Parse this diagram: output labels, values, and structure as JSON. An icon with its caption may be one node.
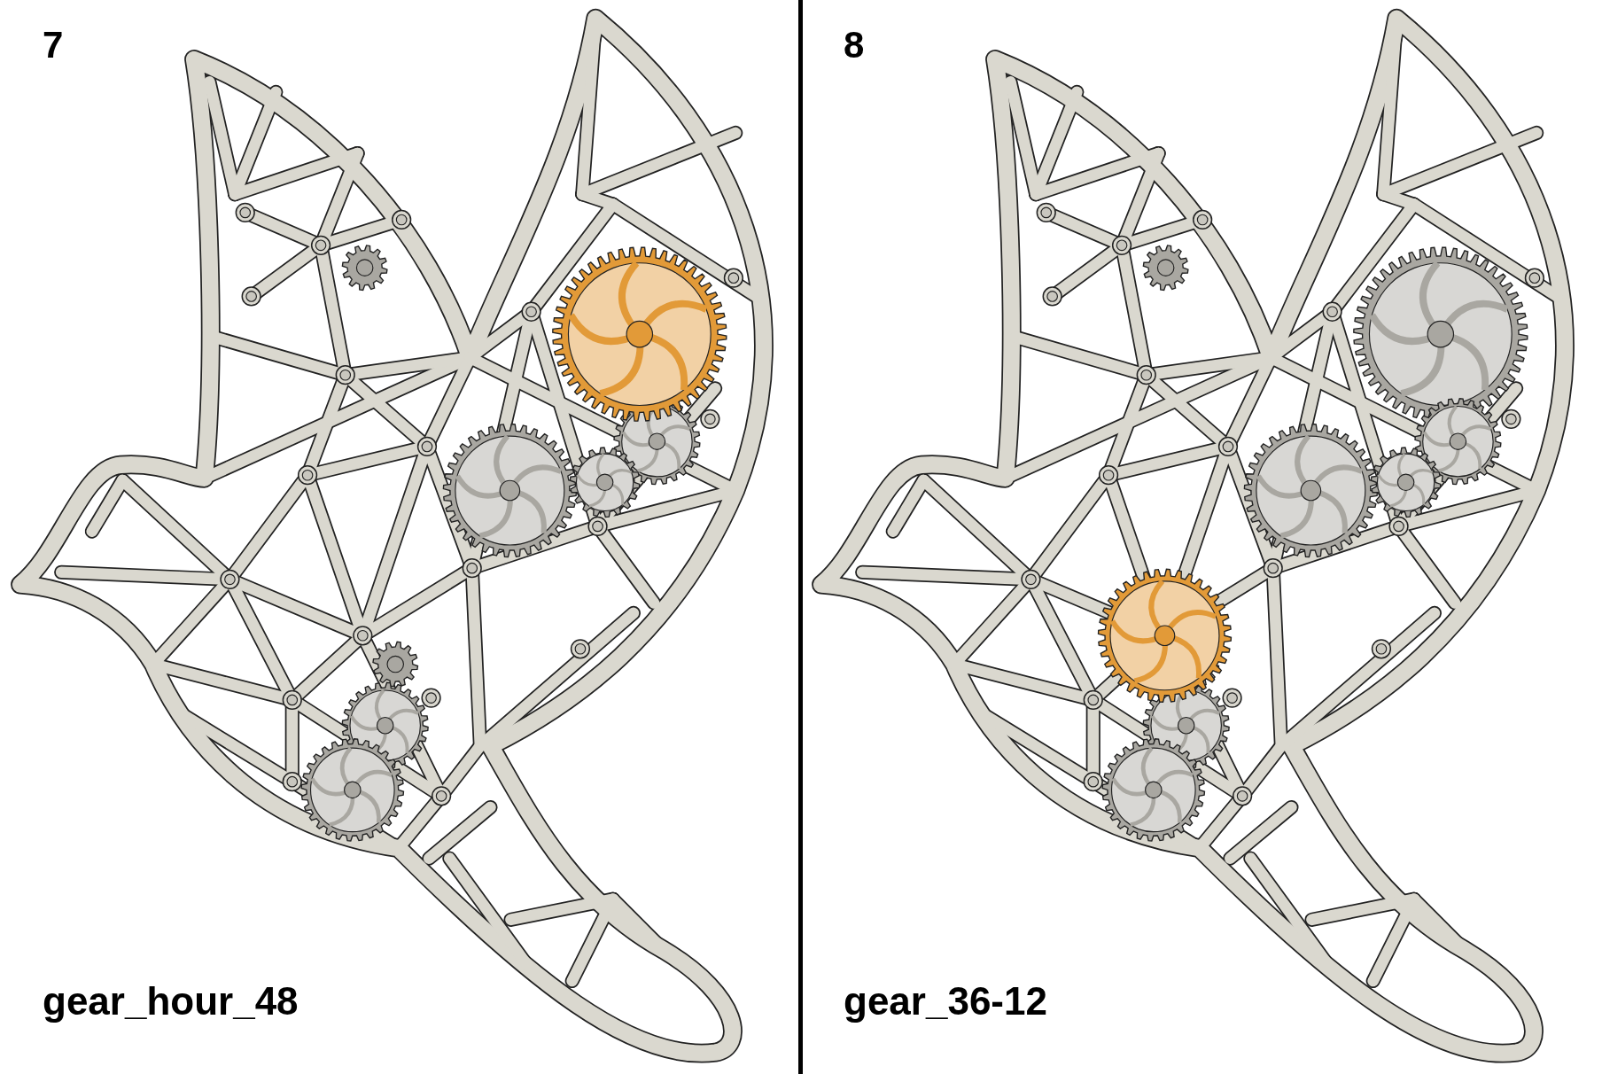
{
  "diagram": {
    "labels": [
      "7",
      "gear_hour_48",
      "8",
      "gear_36-12"
    ]
  }
}
